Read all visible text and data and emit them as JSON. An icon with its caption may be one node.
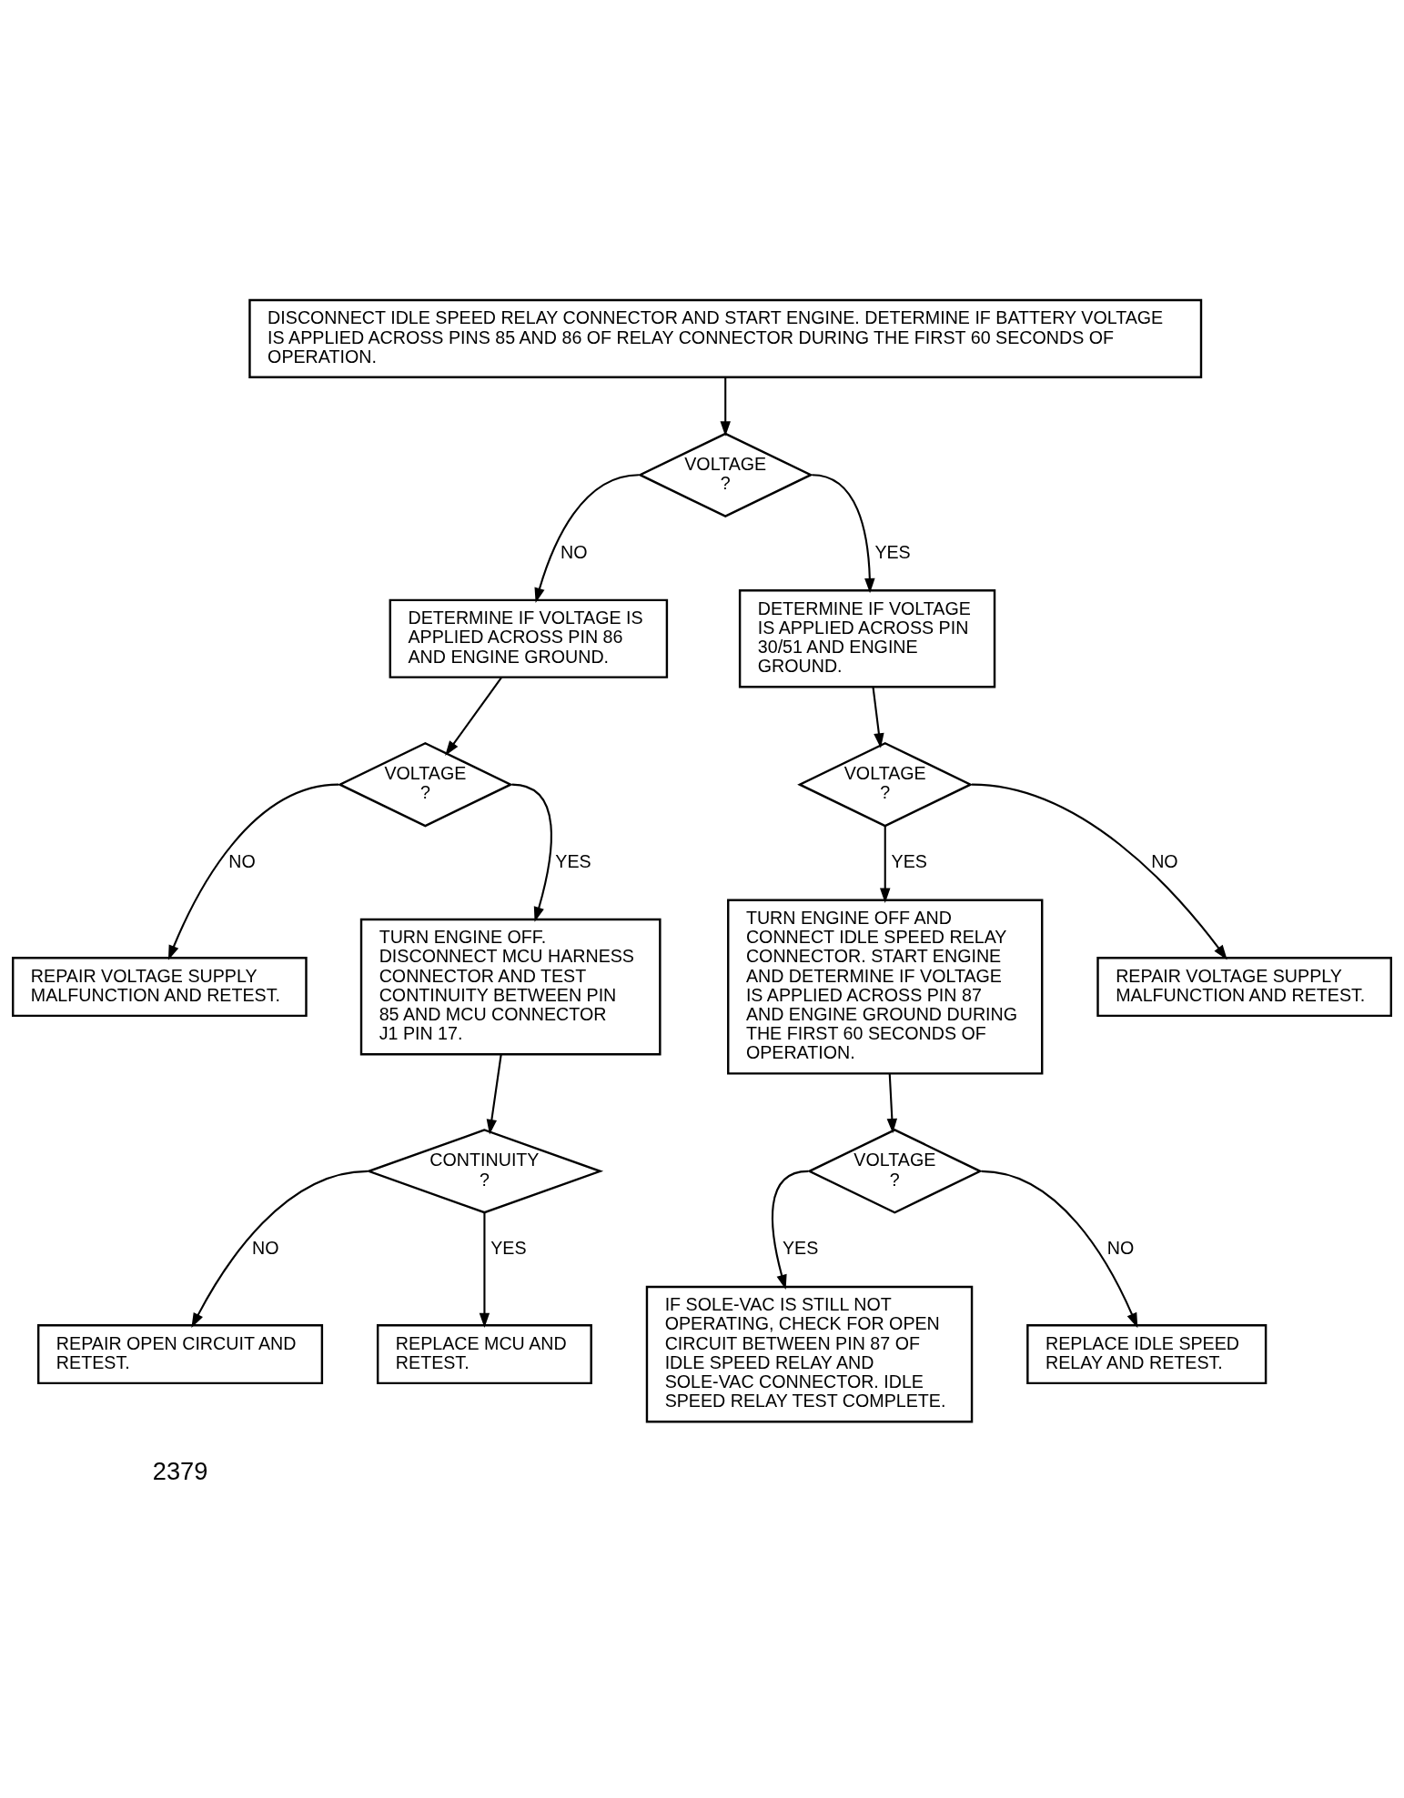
{
  "diagram": {
    "nodes": [
      {
        "text": [
          "DISCONNECT IDLE SPEED RELAY CONNECTOR AND START ENGINE. DETERMINE IF BATTERY VOLTAGE IS APPLIED ACROSS PINS 85 AND 86 OF RELAY CONNECTOR DURING THE FIRST 60 SECONDS OF OPERATION."
        ]
      },
      {
        "text": [
          "VOLTAGE ?"
        ]
      },
      {
        "text": [
          "DETERMINE IF VOLTAGE IS APPLIED ACROSS PIN 86 AND ENGINE GROUND."
        ]
      },
      {
        "text": [
          "DETERMINE IF VOLTAGE IS APPLIED ACROSS PIN 30/51 AND ENGINE GROUND."
        ]
      },
      {
        "text": [
          "VOLTAGE ?"
        ]
      },
      {
        "text": [
          "VOLTAGE ?"
        ]
      },
      {
        "text": [
          "REPAIR VOLTAGE SUPPLY MALFUNCTION AND RETEST."
        ]
      },
      {
        "text": [
          "TURN ENGINE OFF. DISCONNECT MCU HARNESS CONNECTOR AND TEST CONTINUITY BETWEEN PIN 85 AND MCU CONNECTOR J1 PIN 17."
        ]
      },
      {
        "text": [
          "REPAIR VOLTAGE SUPPLY MALFUNCTION AND RETEST."
        ]
      },
      {
        "text": [
          "TURN ENGINE OFF AND CONNECT IDLE SPEED RELAY CONNECTOR. START ENGINE AND DETERMINE IF VOLTAGE IS APPLIED ACROSS PIN 87 AND ENGINE GROUND DURING THE FIRST 60 SECONDS OF OPERATION."
        ]
      },
      {
        "text": [
          "CONTINUITY ?"
        ]
      },
      {
        "text": [
          "VOLTAGE ?"
        ]
      },
      {
        "text": [
          "REPAIR OPEN CIRCUIT AND RETEST."
        ]
      },
      {
        "text": [
          "REPLACE IDLE SPEED RELAY AND RETEST."
        ]
      },
      {
        "text": [
          "REPLACE MCU AND RETEST."
        ]
      },
      {
        "text": [
          "IF SOLE-VAC IS STILL NOT OPERATING, CHECK FOR OPEN CIRCUIT BETWEEN PIN 87 OF IDLE SPEED RELAY AND SOLE-VAC CONNECTOR. IDLE SPEED RELAY TEST COMPLETE."
        ]
      }
    ],
    "edges": [
      {
        "from": 0,
        "to": 1,
        "arrow": "to"
      },
      {
        "from": 1,
        "to": 2,
        "arrow": "to",
        "label": "NO"
      },
      {
        "from": 1,
        "to": 3,
        "arrow": "to",
        "label": "YES"
      },
      {
        "from": 2,
        "to": 4,
        "arrow": "to"
      },
      {
        "from": 3,
        "to": 5,
        "arrow": "to"
      },
      {
        "from": 4,
        "to": 6,
        "arrow": "to",
        "label": "NO"
      },
      {
        "from": 4,
        "to": 7,
        "arrow": "to",
        "label": "YES"
      },
      {
        "from": 5,
        "to": 8,
        "arrow": "to",
        "label": "NO"
      },
      {
        "from": 5,
        "to": 9,
        "arrow": "to",
        "label": "YES"
      },
      {
        "from": 7,
        "to": 10,
        "arrow": "to"
      },
      {
        "from": 9,
        "to": 11,
        "arrow": "to"
      },
      {
        "from": 10,
        "to": 12,
        "arrow": "to",
        "label": "NO"
      },
      {
        "from": 10,
        "to": 14,
        "arrow": "to",
        "label": "YES"
      },
      {
        "from": 11,
        "to": 15,
        "arrow": "to",
        "label": "YES"
      },
      {
        "from": 11,
        "to": 13,
        "arrow": "to",
        "label": "NO"
      }
    ],
    "labels": [
      "2379"
    ]
  }
}
